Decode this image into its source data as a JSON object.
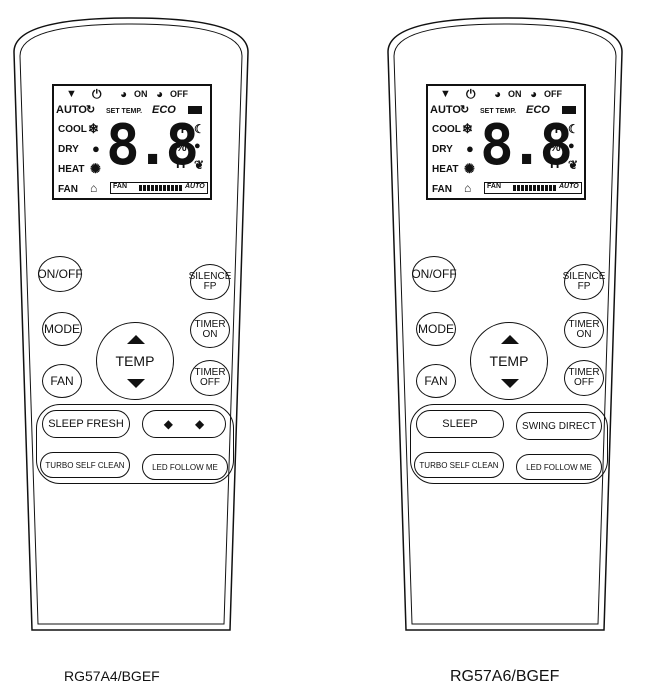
{
  "remotes": [
    {
      "model": "RG57A4/BGEF",
      "lcd": {
        "top_on": "ON",
        "top_off": "OFF",
        "auto": "AUTO",
        "set_temp": "SET TEMP.",
        "eco": "ECO",
        "cool": "COOL",
        "dry": "DRY",
        "heat": "HEAT",
        "fan": "FAN",
        "digits": "8.8",
        "unit_f": "°F",
        "unit_pct": "%",
        "unit_h": "H",
        "fan_bar_label": "FAN",
        "fan_bar_auto": "AUTO"
      },
      "buttons": {
        "on_off": "ON/OFF",
        "silence": "SILENCE",
        "fp": "FP",
        "mode": "MODE",
        "temp": "TEMP",
        "timer_on_1": "TIMER",
        "timer_on_2": "ON",
        "fan": "FAN",
        "timer_off_1": "TIMER",
        "timer_off_2": "OFF",
        "g1": "SLEEP  FRESH",
        "g2": "",
        "g3": "TURBO SELF CLEAN",
        "g4": "LED  FOLLOW ME"
      }
    },
    {
      "model": "RG57A6/BGEF",
      "lcd": {
        "top_on": "ON",
        "top_off": "OFF",
        "auto": "AUTO",
        "set_temp": "SET TEMP.",
        "eco": "ECO",
        "cool": "COOL",
        "dry": "DRY",
        "heat": "HEAT",
        "fan": "FAN",
        "digits": "8.8",
        "unit_f": "°F",
        "unit_pct": "%",
        "unit_h": "H",
        "fan_bar_label": "FAN",
        "fan_bar_auto": "AUTO"
      },
      "buttons": {
        "on_off": "ON/OFF",
        "silence": "SILENCE",
        "fp": "FP",
        "mode": "MODE",
        "temp": "TEMP",
        "timer_on_1": "TIMER",
        "timer_on_2": "ON",
        "fan": "FAN",
        "timer_off_1": "TIMER",
        "timer_off_2": "OFF",
        "g1": "SLEEP",
        "g2": "SWING  DIRECT",
        "g3": "TURBO SELF CLEAN",
        "g4": "LED  FOLLOW ME"
      }
    }
  ]
}
